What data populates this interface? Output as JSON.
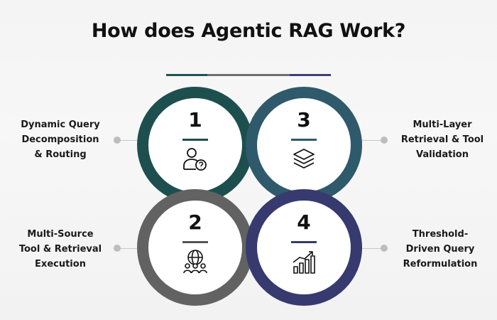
{
  "title": "How does Agentic RAG Work?",
  "steps": [
    {
      "number": "1",
      "label_lines": [
        "Dynamic Query",
        "Decomposition",
        "& Routing"
      ],
      "icon": "user-question-icon",
      "color": "#1e4f4f"
    },
    {
      "number": "2",
      "label_lines": [
        "Multi-Source",
        "Tool & Retrieval",
        "Execution"
      ],
      "icon": "globe-people-icon",
      "color": "#626262"
    },
    {
      "number": "3",
      "label_lines": [
        "Multi-Layer",
        "Retrieval & Tool",
        "Validation"
      ],
      "icon": "layers-icon",
      "color": "#2f5a6b"
    },
    {
      "number": "4",
      "label_lines": [
        "Threshold-",
        "Driven Query",
        "Reformulation"
      ],
      "icon": "growth-chart-icon",
      "color": "#363a6f"
    }
  ]
}
